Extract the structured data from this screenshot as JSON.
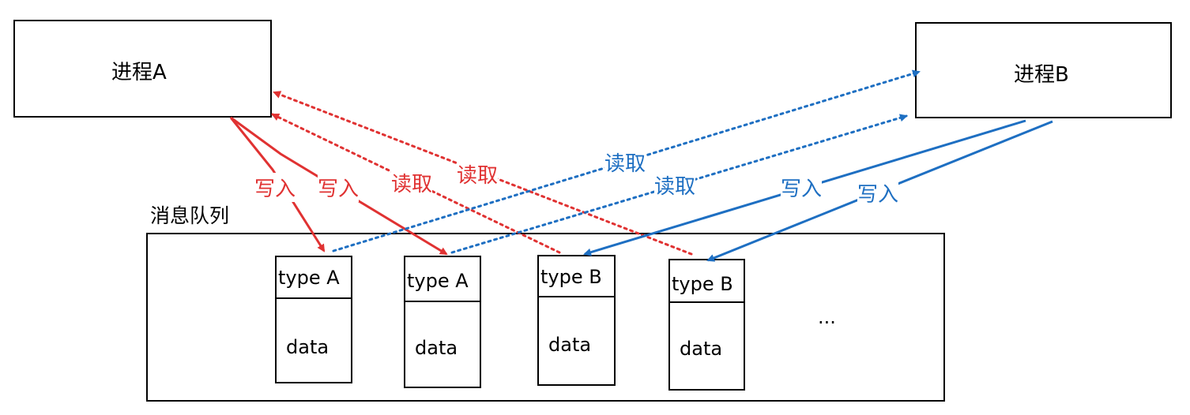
{
  "process_a": {
    "label": "进程A"
  },
  "process_b": {
    "label": "进程B"
  },
  "queue": {
    "label": "消息队列",
    "more": "...",
    "messages": [
      {
        "type": "type A",
        "data": "data"
      },
      {
        "type": "type A",
        "data": "data"
      },
      {
        "type": "type B",
        "data": "data"
      },
      {
        "type": "type B",
        "data": "data"
      }
    ]
  },
  "edge_labels": {
    "a_write_1": "写入",
    "a_write_2": "写入",
    "a_read_1": "读取",
    "a_read_2": "读取",
    "b_read_1": "读取",
    "b_read_2": "读取",
    "b_write_1": "写入",
    "b_write_2": "写入"
  },
  "colors": {
    "process_a": "#e03232",
    "process_b": "#1e6fc2"
  }
}
